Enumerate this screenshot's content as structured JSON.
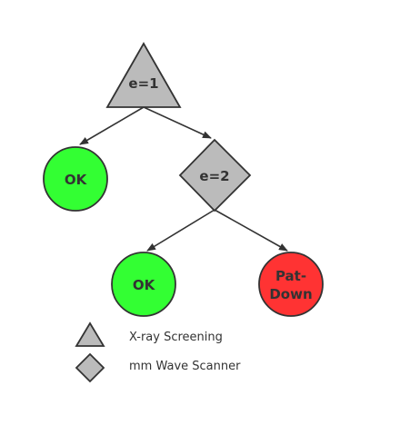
{
  "colors": {
    "screening_fill": "#bbbbbb",
    "ok_fill": "#33ff33",
    "patdown_fill": "#ff3333",
    "stroke": "#333333"
  },
  "nodes": {
    "root": {
      "shape": "triangle",
      "label": "e=1"
    },
    "ok_left": {
      "shape": "circle",
      "label": "OK"
    },
    "second": {
      "shape": "diamond",
      "label": "e=2"
    },
    "ok_bottom": {
      "shape": "circle",
      "label": "OK"
    },
    "patdown": {
      "shape": "circle",
      "label_line1": "Pat-",
      "label_line2": "Down"
    }
  },
  "edges": [
    {
      "from": "root",
      "to": "ok_left"
    },
    {
      "from": "root",
      "to": "second"
    },
    {
      "from": "second",
      "to": "ok_bottom"
    },
    {
      "from": "second",
      "to": "patdown"
    }
  ],
  "legend": {
    "items": [
      {
        "shape": "triangle",
        "label": "X-ray Screening"
      },
      {
        "shape": "diamond",
        "label": "mm Wave Scanner"
      }
    ]
  }
}
